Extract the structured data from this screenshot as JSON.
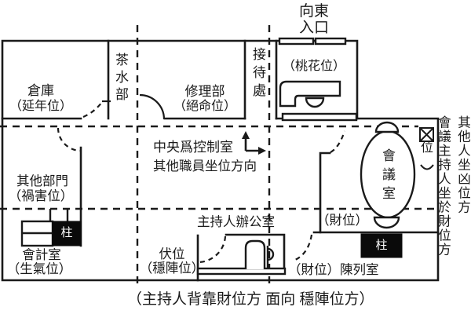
{
  "diagram": {
    "entrance": {
      "line1": "向東",
      "line2": "入口"
    },
    "rooms": {
      "storage": {
        "name": "倉庫",
        "position": "（延年位）"
      },
      "tea": {
        "name": "茶水部"
      },
      "repair": {
        "name": "修理部",
        "position": "（絕命位）"
      },
      "reception": {
        "name": "接待處"
      },
      "peach": {
        "position": "（桃花位）"
      },
      "other_dept": {
        "name": "其他部門",
        "position": "（禍害位）"
      },
      "accounting": {
        "name": "會計室",
        "position": "（生氣位）"
      },
      "host_office": {
        "name": "主持人辦公室"
      },
      "fu": {
        "name": "伏位",
        "position": "（穩陣位）"
      },
      "meeting": {
        "name": "會議室",
        "wealth": "（財位）",
        "xiong_wei": "位"
      },
      "showroom": {
        "label": "（財位）陳列室"
      }
    },
    "center_note": {
      "line1": "中央爲控制室",
      "line2": "其他職員坐位方向"
    },
    "pillar": "柱",
    "side_note_inner": "會議主持人坐於財位方",
    "side_note_outer": "其他人坐凶位方",
    "caption": "（主持人背靠財位方 面向 穩陣位方）"
  },
  "colors": {
    "wall": "#1a1a1a",
    "background": "#ffffff",
    "pillar_fill": "#0a0a0a"
  }
}
